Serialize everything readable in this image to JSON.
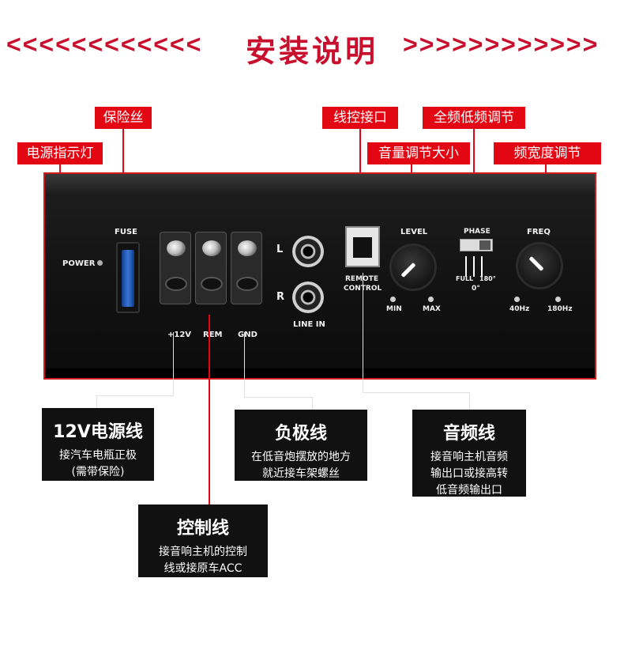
{
  "header": {
    "arrows_left": "<<<<<<<<<<<<",
    "title": "安装说明",
    "arrows_right": ">>>>>>>>>>>>"
  },
  "callouts": {
    "power_indicator": "电源指示灯",
    "fuse": "保险丝",
    "remote_port": "线控接口",
    "full_low_freq": "全频低频调节",
    "volume": "音量调节大小",
    "bandwidth": "频宽度调节"
  },
  "panel": {
    "fuse": "FUSE",
    "power": "POWER",
    "plus12v": "+12V",
    "rem": "REM",
    "gnd": "GND",
    "l": "L",
    "r": "R",
    "line_in": "LINE IN",
    "remote": "REMOTE",
    "control": "CONTROL",
    "level": "LEVEL",
    "min": "MIN",
    "max": "MAX",
    "phase": "PHASE",
    "full": "FULL",
    "deg180": "180°",
    "deg0": "0°",
    "freq": "FREQ",
    "hz40": "40Hz",
    "hz180": "180Hz"
  },
  "boxes": {
    "power_line": {
      "title": "12V电源线",
      "lines": [
        "接汽车电瓶正极",
        "(需带保险)"
      ]
    },
    "neg_line": {
      "title": "负极线",
      "lines": [
        "在低音炮摆放的地方",
        "就近接车架螺丝"
      ]
    },
    "audio_line": {
      "title": "音频线",
      "lines": [
        "接音响主机音频",
        "输出口或接高转",
        "低音频输出口"
      ]
    },
    "control_line": {
      "title": "控制线",
      "lines": [
        "接音响主机的控制",
        "线或接原车ACC"
      ]
    }
  },
  "colors": {
    "accent": "#e30613",
    "title_red": "#c8102e",
    "box_bg": "#111111"
  }
}
